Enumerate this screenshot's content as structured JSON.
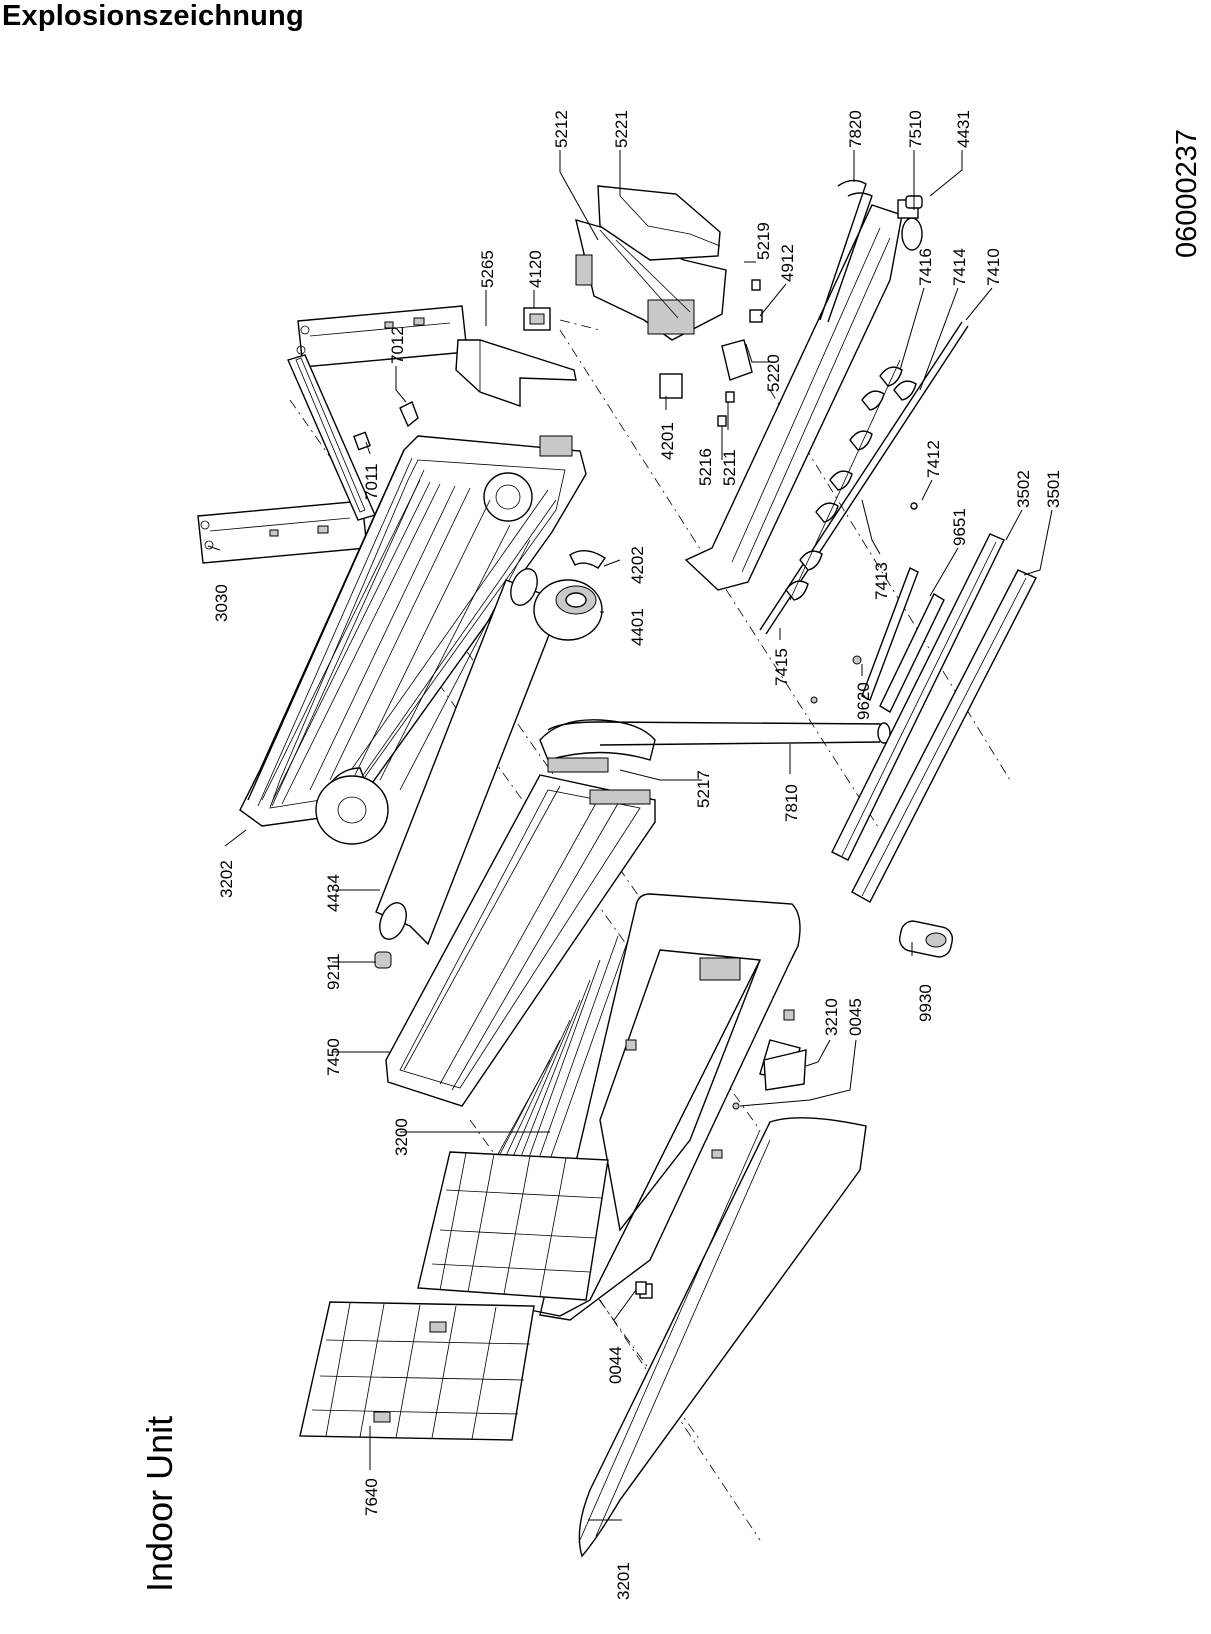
{
  "page": {
    "title": "Explosionszeichnung",
    "unit_label": "Indoor Unit",
    "document_number": "06000237"
  },
  "parts": [
    {
      "id": "5212"
    },
    {
      "id": "5221"
    },
    {
      "id": "7820"
    },
    {
      "id": "7510"
    },
    {
      "id": "4431"
    },
    {
      "id": "5265"
    },
    {
      "id": "4120"
    },
    {
      "id": "5219"
    },
    {
      "id": "4912"
    },
    {
      "id": "7416"
    },
    {
      "id": "7414"
    },
    {
      "id": "7410"
    },
    {
      "id": "7012"
    },
    {
      "id": "5220"
    },
    {
      "id": "4201"
    },
    {
      "id": "5216"
    },
    {
      "id": "5211"
    },
    {
      "id": "7412"
    },
    {
      "id": "7011"
    },
    {
      "id": "3502"
    },
    {
      "id": "3501"
    },
    {
      "id": "9651"
    },
    {
      "id": "7413"
    },
    {
      "id": "4202"
    },
    {
      "id": "3030"
    },
    {
      "id": "4401"
    },
    {
      "id": "7415"
    },
    {
      "id": "9620"
    },
    {
      "id": "5217"
    },
    {
      "id": "7810"
    },
    {
      "id": "3202"
    },
    {
      "id": "4434"
    },
    {
      "id": "9211"
    },
    {
      "id": "9930"
    },
    {
      "id": "3210"
    },
    {
      "id": "0045"
    },
    {
      "id": "7450"
    },
    {
      "id": "3200"
    },
    {
      "id": "0044"
    },
    {
      "id": "7640"
    },
    {
      "id": "3201"
    }
  ]
}
